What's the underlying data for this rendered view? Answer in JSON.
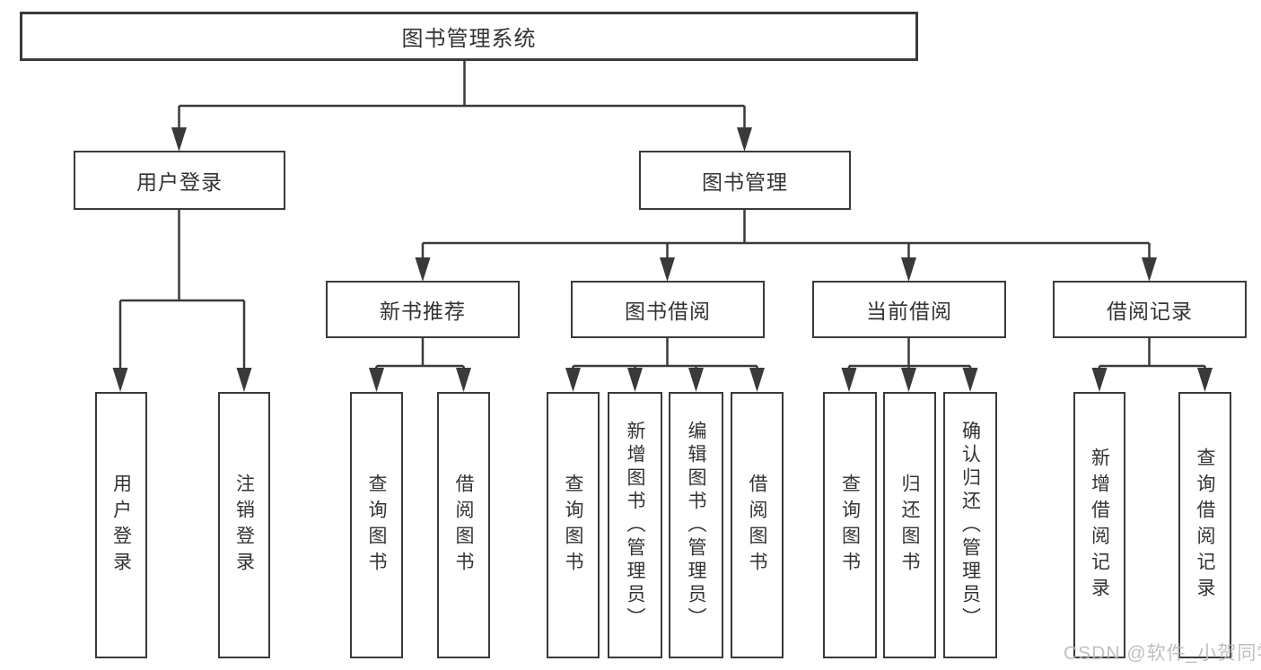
{
  "tree": {
    "root": "图书管理系统",
    "level2": {
      "userLogin": "用户登录",
      "bookMgmt": "图书管理"
    },
    "level3": {
      "newBookRec": "新书推荐",
      "bookBorrow": "图书借阅",
      "currentBorrow": "当前借阅",
      "borrowRecord": "借阅记录"
    },
    "leaves": {
      "userLogin": [
        "用户登录",
        "注销登录"
      ],
      "newBookRec": [
        "查询图书",
        "借阅图书"
      ],
      "bookBorrow": [
        "查询图书",
        "新增图书（管理员）",
        "编辑图书（管理员）",
        "借阅图书"
      ],
      "currentBorrow": [
        "查询图书",
        "归还图书",
        "确认归还（管理员）"
      ],
      "borrowRecord": [
        "新增借阅记录",
        "查询借阅记录"
      ]
    }
  },
  "watermark": "CSDN @软件_小贺同学",
  "colors": {
    "line": "#3a3a3a",
    "text": "#333333",
    "background": "#ffffff",
    "watermark": "#b9b9b9"
  }
}
